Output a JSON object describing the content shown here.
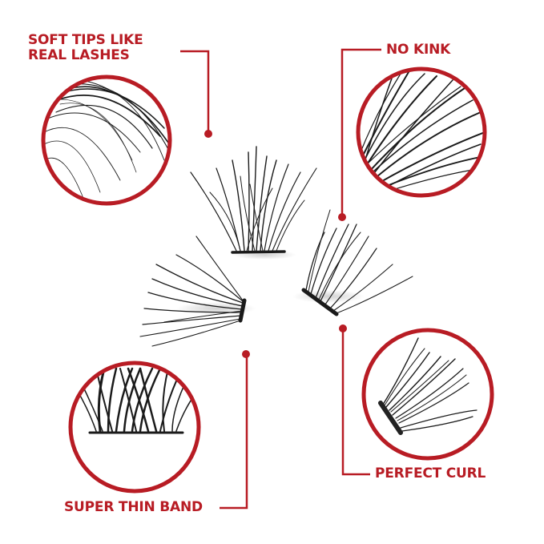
{
  "colors": {
    "accent": "#b81c24",
    "lash": "#1a1a1a",
    "background": "#ffffff"
  },
  "callouts": [
    {
      "id": "soft-tips",
      "line1": "SOFT TIPS LIKE",
      "line2": "REAL LASHES"
    },
    {
      "id": "no-kink",
      "line1": "NO KINK"
    },
    {
      "id": "super-thin-band",
      "line1": "SUPER THIN BAND"
    },
    {
      "id": "perfect-curl",
      "line1": "PERFECT CURL"
    }
  ]
}
